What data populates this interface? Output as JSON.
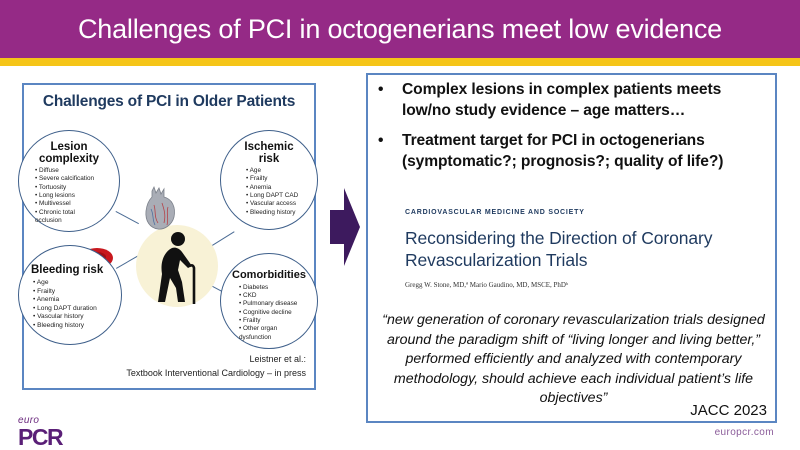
{
  "slide": {
    "title": "Challenges of PCI in octogenerians meet low evidence",
    "colors": {
      "title_bar": "#952a86",
      "accent_bar": "#f5c518",
      "box_border": "#5b86c2",
      "arrow": "#3d1a5e",
      "brand": "#5a1f77"
    }
  },
  "figure": {
    "title": "Challenges of PCI in Older Patients",
    "bubbles": {
      "lesion": {
        "heading": [
          "Lesion",
          "complexity"
        ],
        "items": [
          "Diffuse",
          "Severe calcification",
          "Tortuosity",
          "Long lesions",
          "Multivessel",
          "Chronic total occlusion"
        ]
      },
      "ischemic": {
        "heading": [
          "Ischemic",
          "risk"
        ],
        "items": [
          "Age",
          "Frailty",
          "Anemia",
          "Long DAPT CAD",
          "Vascular access",
          "Bleeding history"
        ]
      },
      "bleeding": {
        "heading": [
          "Bleeding risk"
        ],
        "items": [
          "Age",
          "Frailty",
          "Anemia",
          "Long DAPT duration",
          "Vascular history",
          "Bleeding history"
        ]
      },
      "comorbidities": {
        "heading": [
          "Comorbidities"
        ],
        "items": [
          "Diabetes",
          "CKD",
          "Pulmonary disease",
          "Cognitive decline",
          "Frailty",
          "Other organ dysfunction"
        ]
      }
    },
    "icons": {
      "center": "elderly-person-with-cane-icon",
      "heart": "heart-icon",
      "blood_cell": "red-blood-cell-icon"
    },
    "citation": [
      "Leistner et al.:",
      "Textbook Interventional Cardiology – in press"
    ]
  },
  "content": {
    "bullets": [
      "Complex lesions in complex patients meets low/no study evidence – age matters…",
      "Treatment target for PCI in octogenerians (symptomatic?; prognosis?; quality of life?)"
    ],
    "bullet_glyph": "•",
    "article": {
      "section": "CARDIOVASCULAR MEDICINE AND SOCIETY",
      "title_lines": [
        "Reconsidering the Direction of Coronary",
        "Revascularization Trials"
      ],
      "authors": "Gregg W. Stone, MD,ª Mario Gaudino, MD, MSCE, PhDᵇ"
    },
    "quote": "“new generation of coronary revascularization trials designed around the paradigm shift of “living longer and living better,” performed efficiently and analyzed with contemporary methodology, should achieve each individual patient’s life objectives”",
    "source": "JACC 2023"
  },
  "footer": {
    "logo_small": "euro",
    "logo_large": "PCR",
    "website": "europcr.com"
  }
}
